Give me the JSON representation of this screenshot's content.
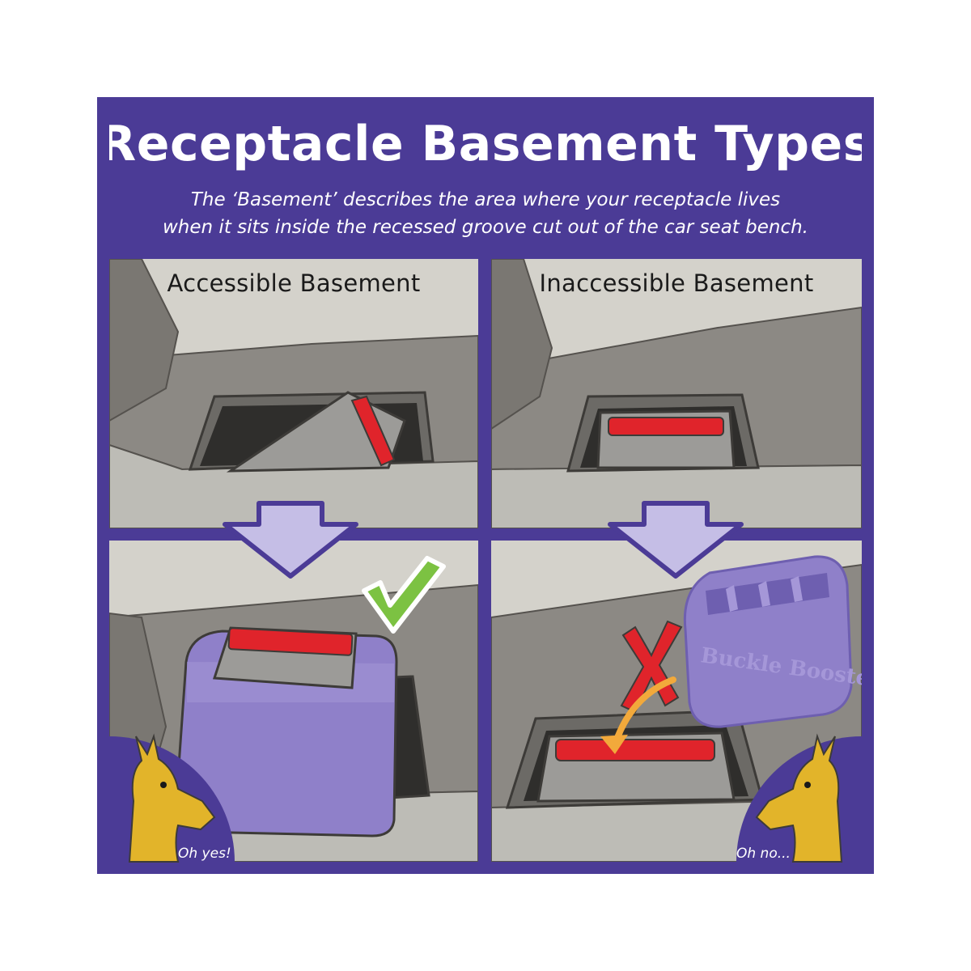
{
  "title": "Receptacle Basement Types",
  "subtitle": {
    "line1": "The ‘Basement’ describes the area where your receptacle lives",
    "line2": "when it sits inside the recessed groove cut out of the car seat bench."
  },
  "panels": {
    "accessible": {
      "label": "Accessible Basement",
      "caption": "Oh yes!"
    },
    "inaccessible": {
      "label": "Inaccessible Basement",
      "caption": "Oh no...",
      "product_logo": "Buckle Booster"
    }
  },
  "colors": {
    "frame": "#4b3b96",
    "booster": "#8f80c9",
    "buckle_red": "#e0242b",
    "seat": "#bdbcb6",
    "check_green": "#7cc242",
    "llama": "#e2b42a"
  },
  "icons": [
    "down-arrow-icon",
    "check-icon",
    "x-icon",
    "curved-arrow-icon",
    "llama-icon"
  ]
}
